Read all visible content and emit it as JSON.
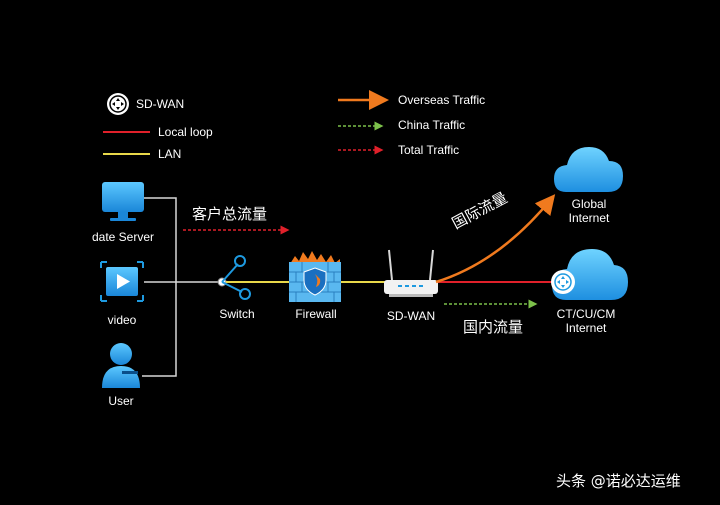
{
  "legend": {
    "sdwan": "SD-WAN",
    "local_loop": "Local loop",
    "lan": "LAN",
    "overseas": "Overseas Traffic",
    "china": "China Traffic",
    "total": "Total Traffic"
  },
  "nodes": {
    "date_server": "date Server",
    "video": "video",
    "user": "User",
    "switch": "Switch",
    "firewall": "Firewall",
    "sdwan": "SD-WAN",
    "global_line1": "Global",
    "global_line2": "Internet",
    "china_line1": "CT/CU/CM",
    "china_line2": "Internet"
  },
  "flows": {
    "total": "客户总流量",
    "international": "国际流量",
    "domestic": "国内流量"
  },
  "watermark": "头条 @诺必达运维",
  "colors": {
    "background": "#000000",
    "local_loop": "#e0202a",
    "lan": "#e8d84a",
    "overseas": "#f07a1e",
    "china": "#7cc04a",
    "total": "#e0202a",
    "device_blue": "#1e9ae0"
  }
}
